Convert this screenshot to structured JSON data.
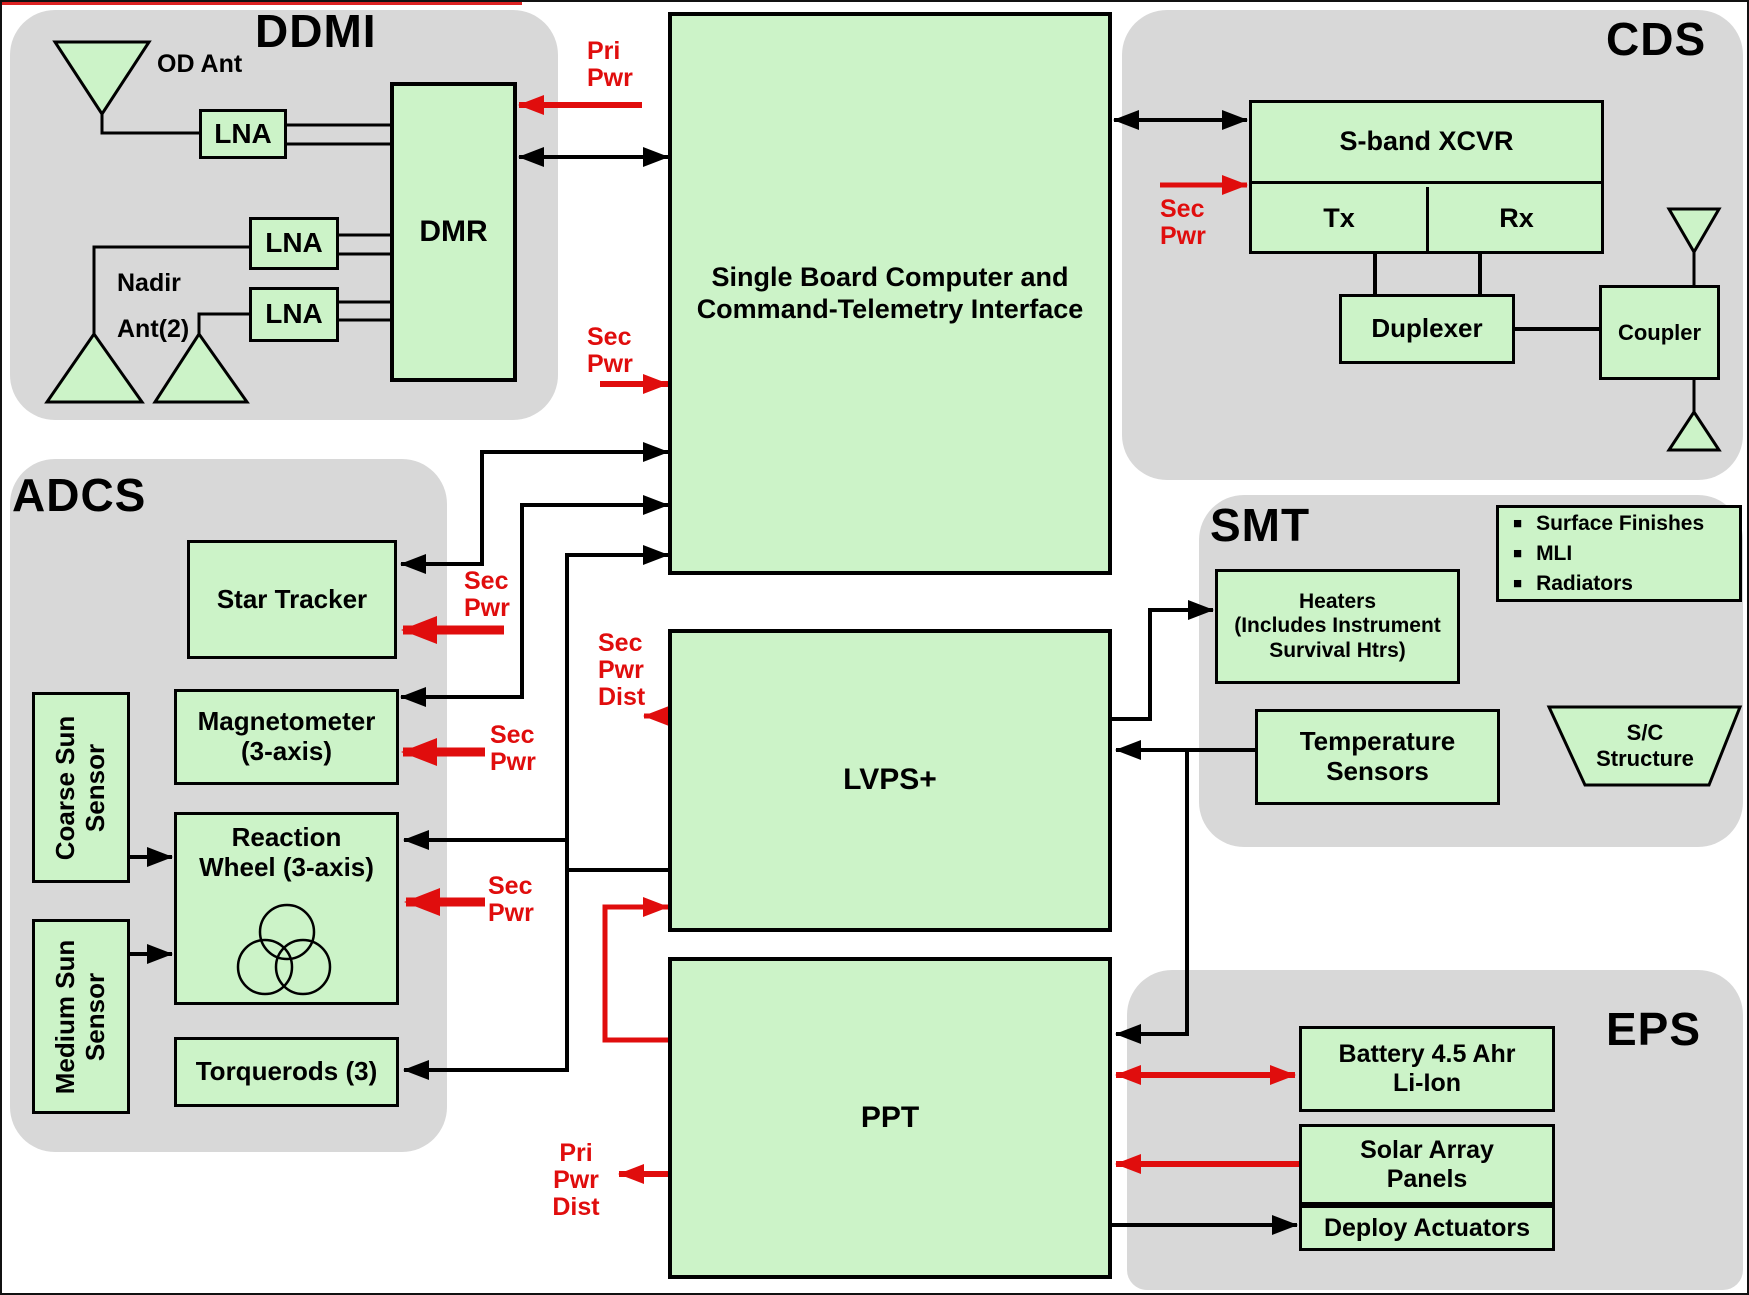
{
  "sections": {
    "ddmi": {
      "title": "DDMI",
      "od_ant": "OD Ant",
      "nadir": "Nadir\nAnt(2)",
      "lna_a": "LNA",
      "lna_b": "LNA",
      "lna_c": "LNA",
      "dmr": "DMR"
    },
    "cds": {
      "title": "CDS",
      "xcvr": "S-band XCVR",
      "tx": "Tx",
      "rx": "Rx",
      "duplexer": "Duplexer",
      "coupler": "Coupler"
    },
    "center": {
      "sbc": "Single Board Computer and\nCommand-Telemetry Interface",
      "lvps": "LVPS+",
      "ppt": "PPT"
    },
    "adcs": {
      "title": "ADCS",
      "star_tracker": "Star Tracker",
      "magnetometer": "Magnetometer\n(3-axis)",
      "reaction_wheel": "Reaction\nWheel (3-axis)",
      "torquerods": "Torquerods (3)",
      "coarse_sun": "Coarse Sun\nSensor",
      "medium_sun": "Medium Sun\nSensor"
    },
    "smt": {
      "title": "SMT",
      "heaters": "Heaters\n(Includes Instrument\nSurvival Htrs)",
      "temp_sensors": "Temperature\nSensors",
      "bullets": [
        "Surface Finishes",
        "MLI",
        "Radiators"
      ],
      "sc_structure": "S/C\nStructure"
    },
    "eps": {
      "title": "EPS",
      "battery": "Battery 4.5 Ahr\nLi-Ion",
      "solar_array": "Solar Array\nPanels",
      "deploy": "Deploy Actuators"
    }
  },
  "power": {
    "pri_pwr_dmr": "Pri\nPwr",
    "sec_pwr_sbc": "Sec\nPwr",
    "sec_pwr_xcvr": "Sec\nPwr",
    "sec_pwr_star_tracker": "Sec\nPwr",
    "sec_pwr_magnetometer": "Sec\nPwr",
    "sec_pwr_reaction_wheel": "Sec\nPwr",
    "sec_pwr_dist": "Sec\nPwr\nDist",
    "pri_pwr_dist": "Pri Pwr\nDist"
  },
  "colors": {
    "box_fill": "#ccf3c8",
    "panel_gray": "#d8d8d8",
    "accent_red": "#e00d0d",
    "line_black": "#000000"
  }
}
